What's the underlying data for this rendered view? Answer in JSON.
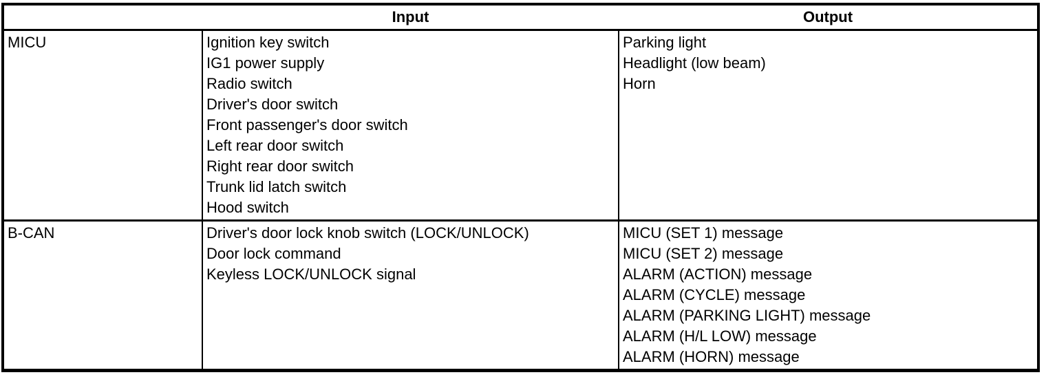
{
  "table": {
    "headers": {
      "system": "",
      "input": "Input",
      "output": "Output"
    },
    "rows": [
      {
        "system": "MICU",
        "inputs": [
          "Ignition key switch",
          "IG1 power supply",
          "Radio switch",
          "Driver's door switch",
          "Front passenger's door switch",
          "Left rear door switch",
          "Right rear door switch",
          "Trunk lid latch switch",
          "Hood switch"
        ],
        "outputs": [
          "Parking light",
          "Headlight (low beam)",
          "Horn"
        ]
      },
      {
        "system": "B-CAN",
        "inputs": [
          "Driver's door lock knob switch (LOCK/UNLOCK)",
          "Door lock command",
          "Keyless LOCK/UNLOCK signal"
        ],
        "outputs": [
          "MICU (SET 1) message",
          "MICU (SET 2) message",
          "ALARM (ACTION) message",
          "ALARM (CYCLE) message",
          "ALARM (PARKING LIGHT) message",
          "ALARM (H/L LOW) message",
          "ALARM (HORN) message"
        ]
      }
    ]
  }
}
